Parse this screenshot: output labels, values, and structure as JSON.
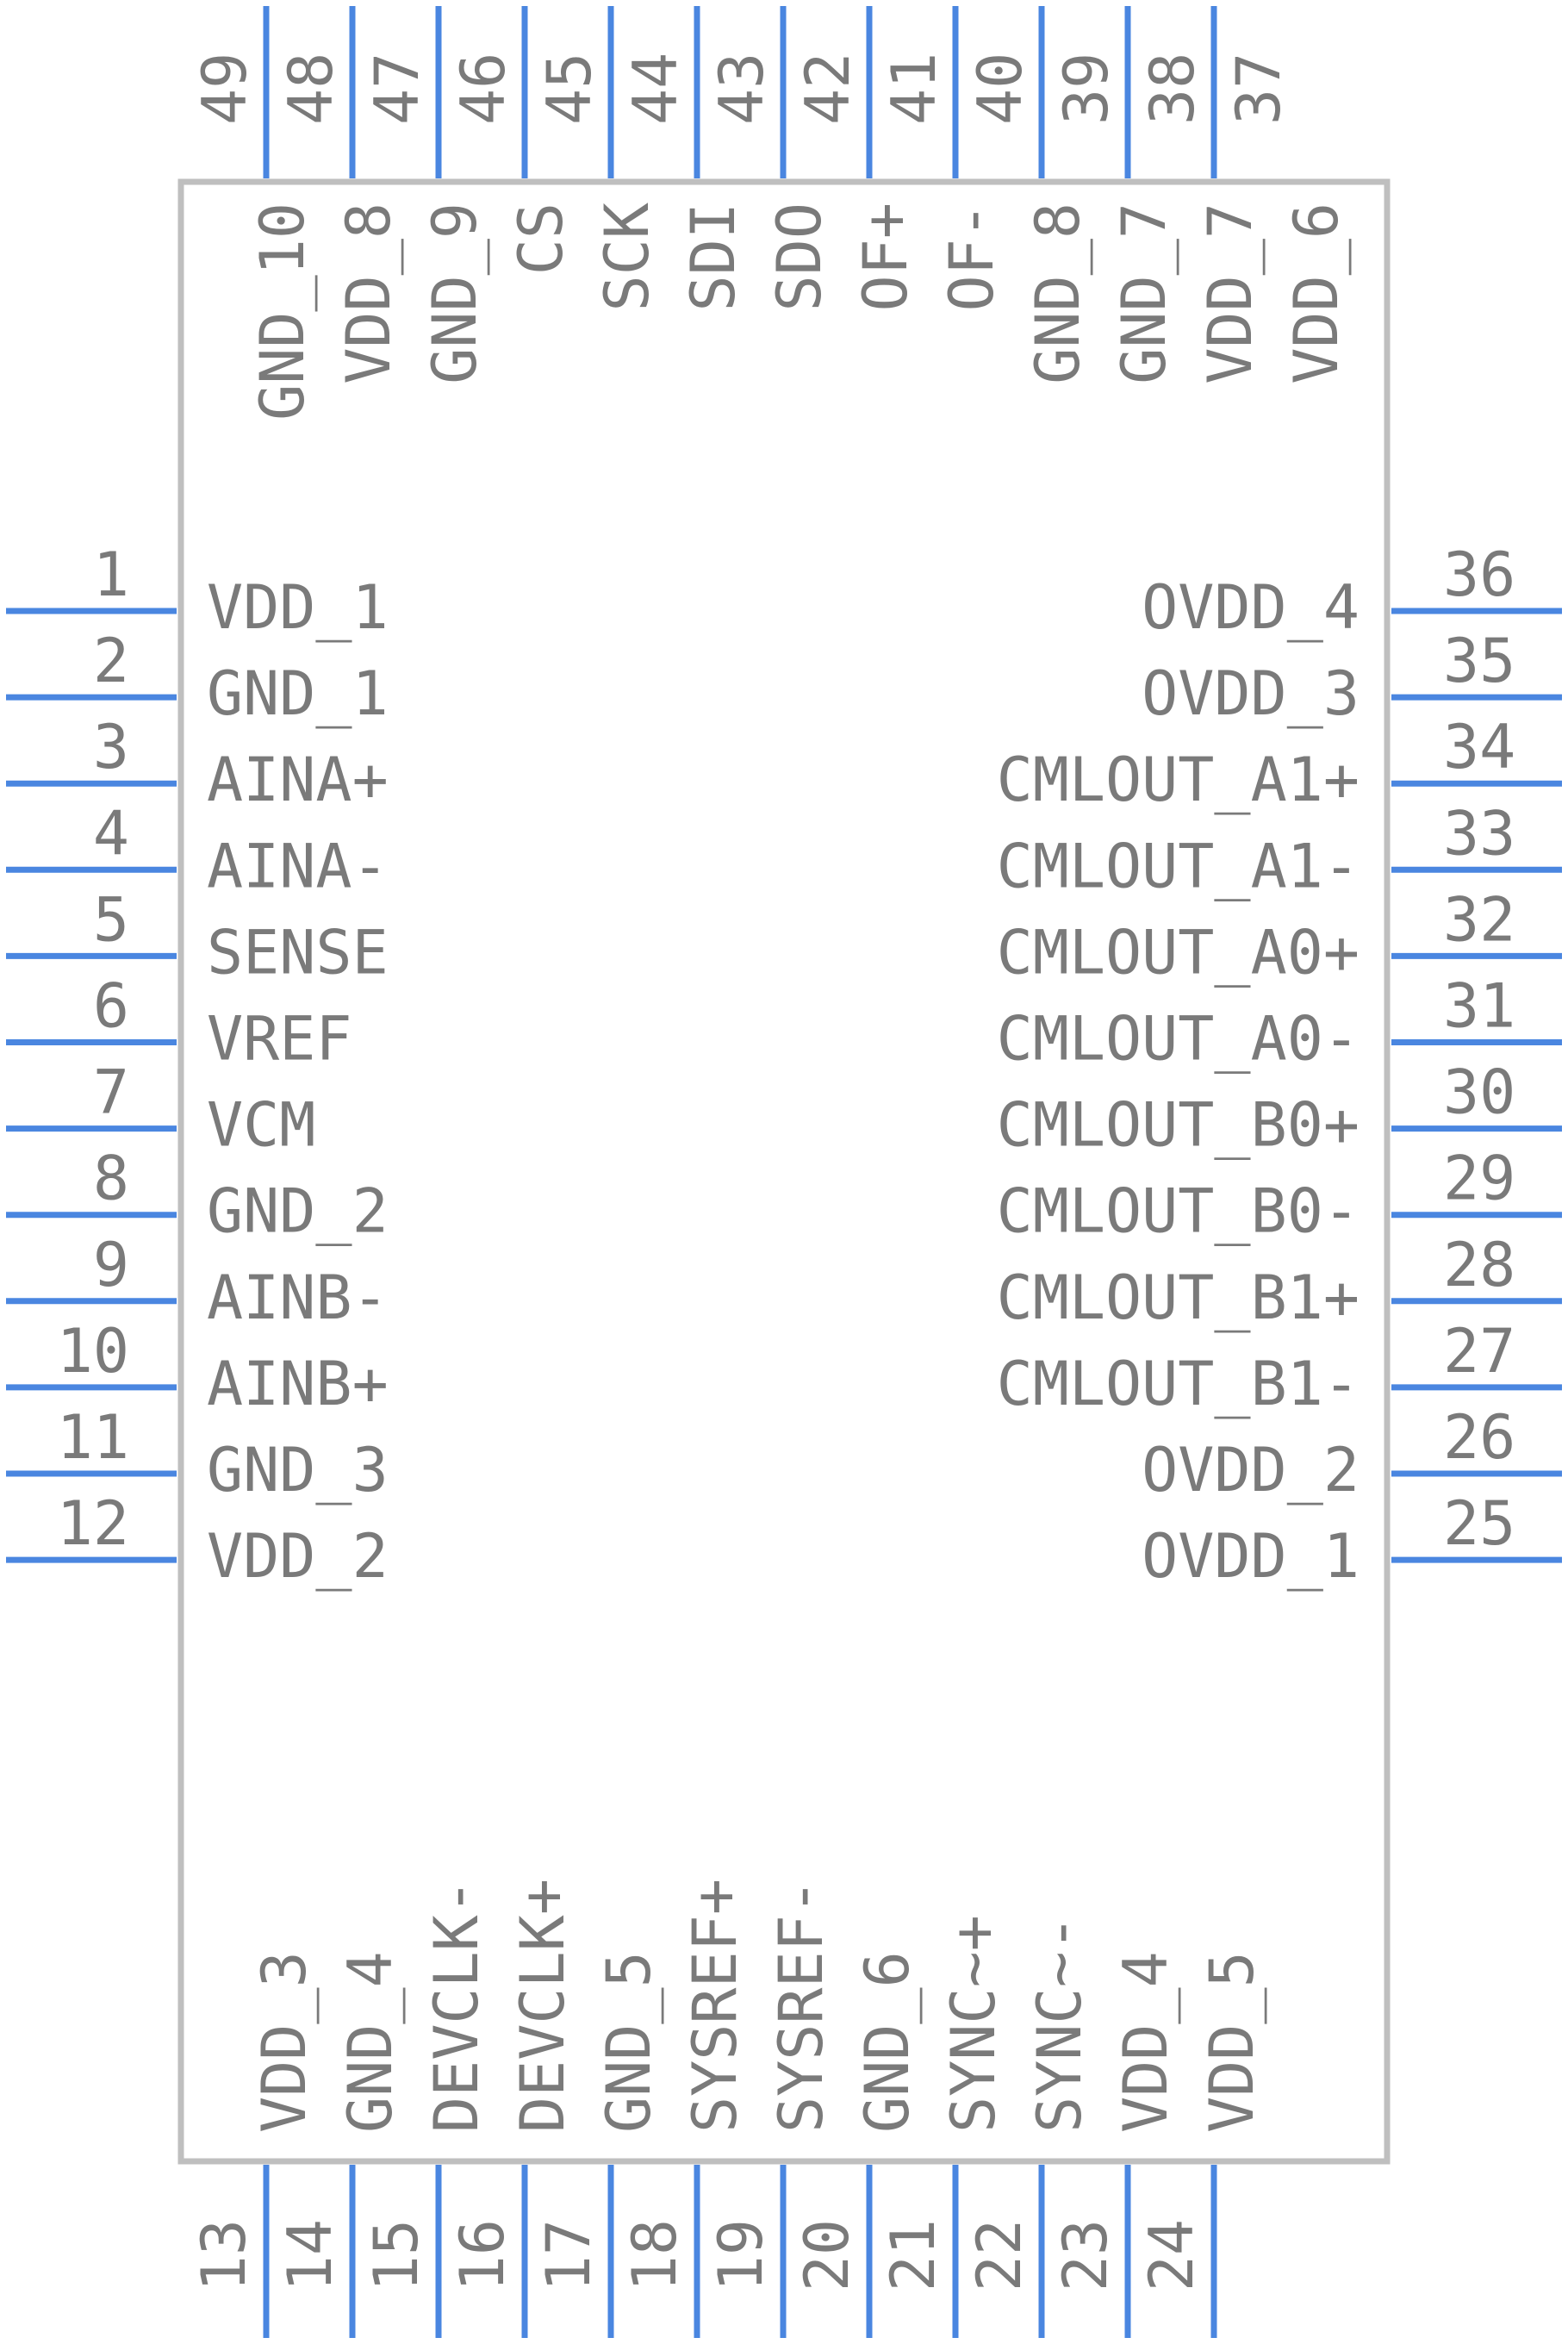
{
  "component": {
    "body_color": "#bfbfbf",
    "pin_color": "#4a86e0",
    "text_color": "#7a7a7a"
  },
  "pins": {
    "left": [
      {
        "number": "1",
        "name": "VDD_1"
      },
      {
        "number": "2",
        "name": "GND_1"
      },
      {
        "number": "3",
        "name": "AINA+"
      },
      {
        "number": "4",
        "name": "AINA-"
      },
      {
        "number": "5",
        "name": "SENSE"
      },
      {
        "number": "6",
        "name": "VREF"
      },
      {
        "number": "7",
        "name": "VCM"
      },
      {
        "number": "8",
        "name": "GND_2"
      },
      {
        "number": "9",
        "name": "AINB-"
      },
      {
        "number": "10",
        "name": "AINB+"
      },
      {
        "number": "11",
        "name": "GND_3"
      },
      {
        "number": "12",
        "name": "VDD_2"
      }
    ],
    "right": [
      {
        "number": "36",
        "name": "OVDD_4"
      },
      {
        "number": "35",
        "name": "OVDD_3"
      },
      {
        "number": "34",
        "name": "CMLOUT_A1+"
      },
      {
        "number": "33",
        "name": "CMLOUT_A1-"
      },
      {
        "number": "32",
        "name": "CMLOUT_A0+"
      },
      {
        "number": "31",
        "name": "CMLOUT_A0-"
      },
      {
        "number": "30",
        "name": "CMLOUT_B0+"
      },
      {
        "number": "29",
        "name": "CMLOUT_B0-"
      },
      {
        "number": "28",
        "name": "CMLOUT_B1+"
      },
      {
        "number": "27",
        "name": "CMLOUT_B1-"
      },
      {
        "number": "26",
        "name": "OVDD_2"
      },
      {
        "number": "25",
        "name": "OVDD_1"
      }
    ],
    "top": [
      {
        "number": "49",
        "name": "GND_10"
      },
      {
        "number": "48",
        "name": "VDD_8"
      },
      {
        "number": "47",
        "name": "GND_9"
      },
      {
        "number": "46",
        "name": "CS"
      },
      {
        "number": "45",
        "name": "SCK"
      },
      {
        "number": "44",
        "name": "SDI"
      },
      {
        "number": "43",
        "name": "SDO"
      },
      {
        "number": "42",
        "name": "OF+"
      },
      {
        "number": "41",
        "name": "OF-"
      },
      {
        "number": "40",
        "name": "GND_8"
      },
      {
        "number": "39",
        "name": "GND_7"
      },
      {
        "number": "38",
        "name": "VDD_7"
      },
      {
        "number": "37",
        "name": "VDD_6"
      }
    ],
    "bottom": [
      {
        "number": "13",
        "name": "VDD_3"
      },
      {
        "number": "14",
        "name": "GND_4"
      },
      {
        "number": "15",
        "name": "DEVCLK-"
      },
      {
        "number": "16",
        "name": "DEVCLK+"
      },
      {
        "number": "17",
        "name": "GND_5"
      },
      {
        "number": "18",
        "name": "SYSREF+"
      },
      {
        "number": "19",
        "name": "SYSREF-"
      },
      {
        "number": "20",
        "name": "GND_6"
      },
      {
        "number": "21",
        "name": "SYNC~+"
      },
      {
        "number": "22",
        "name": "SYNC~-"
      },
      {
        "number": "23",
        "name": "VDD_4"
      },
      {
        "number": "24",
        "name": "VDD_5"
      }
    ]
  }
}
